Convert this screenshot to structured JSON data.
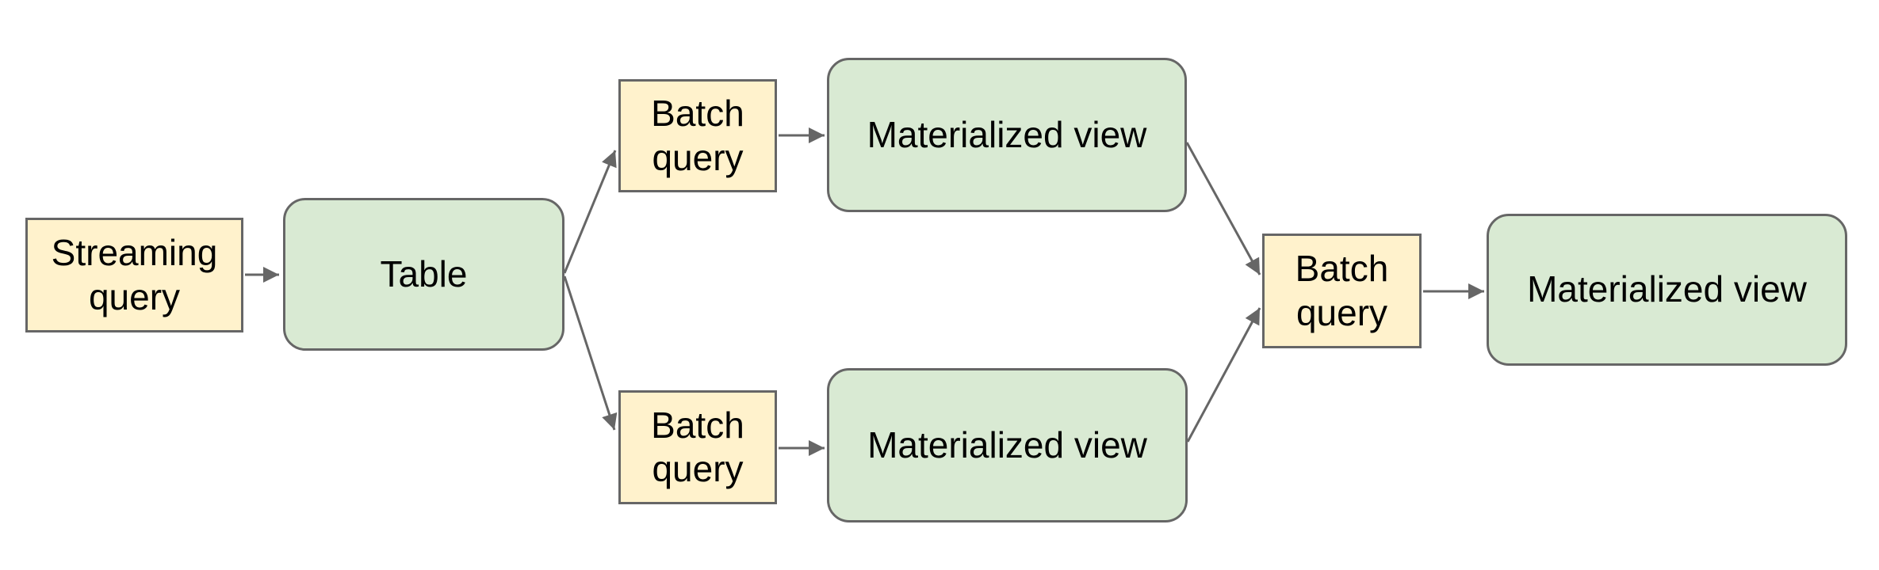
{
  "diagram": {
    "background_color": "#ffffff",
    "colors": {
      "query_box_fill": "#fff2cc",
      "store_box_fill": "#d9ead3",
      "box_border": "#666666",
      "connector": "#666666",
      "text": "#000000"
    },
    "nodes": [
      {
        "id": "streaming-query",
        "label": "Streaming query",
        "kind": "query"
      },
      {
        "id": "table",
        "label": "Table",
        "kind": "store"
      },
      {
        "id": "batch-query-top",
        "label": "Batch query",
        "kind": "query"
      },
      {
        "id": "materialized-view-top",
        "label": "Materialized view",
        "kind": "store"
      },
      {
        "id": "batch-query-bottom",
        "label": "Batch query",
        "kind": "query"
      },
      {
        "id": "materialized-view-bottom",
        "label": "Materialized view",
        "kind": "store"
      },
      {
        "id": "batch-query-merge",
        "label": "Batch query",
        "kind": "query"
      },
      {
        "id": "materialized-view-final",
        "label": "Materialized view",
        "kind": "store"
      }
    ],
    "edges": [
      {
        "from": "streaming-query",
        "to": "table"
      },
      {
        "from": "table",
        "to": "batch-query-top"
      },
      {
        "from": "table",
        "to": "batch-query-bottom"
      },
      {
        "from": "batch-query-top",
        "to": "materialized-view-top"
      },
      {
        "from": "batch-query-bottom",
        "to": "materialized-view-bottom"
      },
      {
        "from": "materialized-view-top",
        "to": "batch-query-merge"
      },
      {
        "from": "materialized-view-bottom",
        "to": "batch-query-merge"
      },
      {
        "from": "batch-query-merge",
        "to": "materialized-view-final"
      }
    ]
  }
}
